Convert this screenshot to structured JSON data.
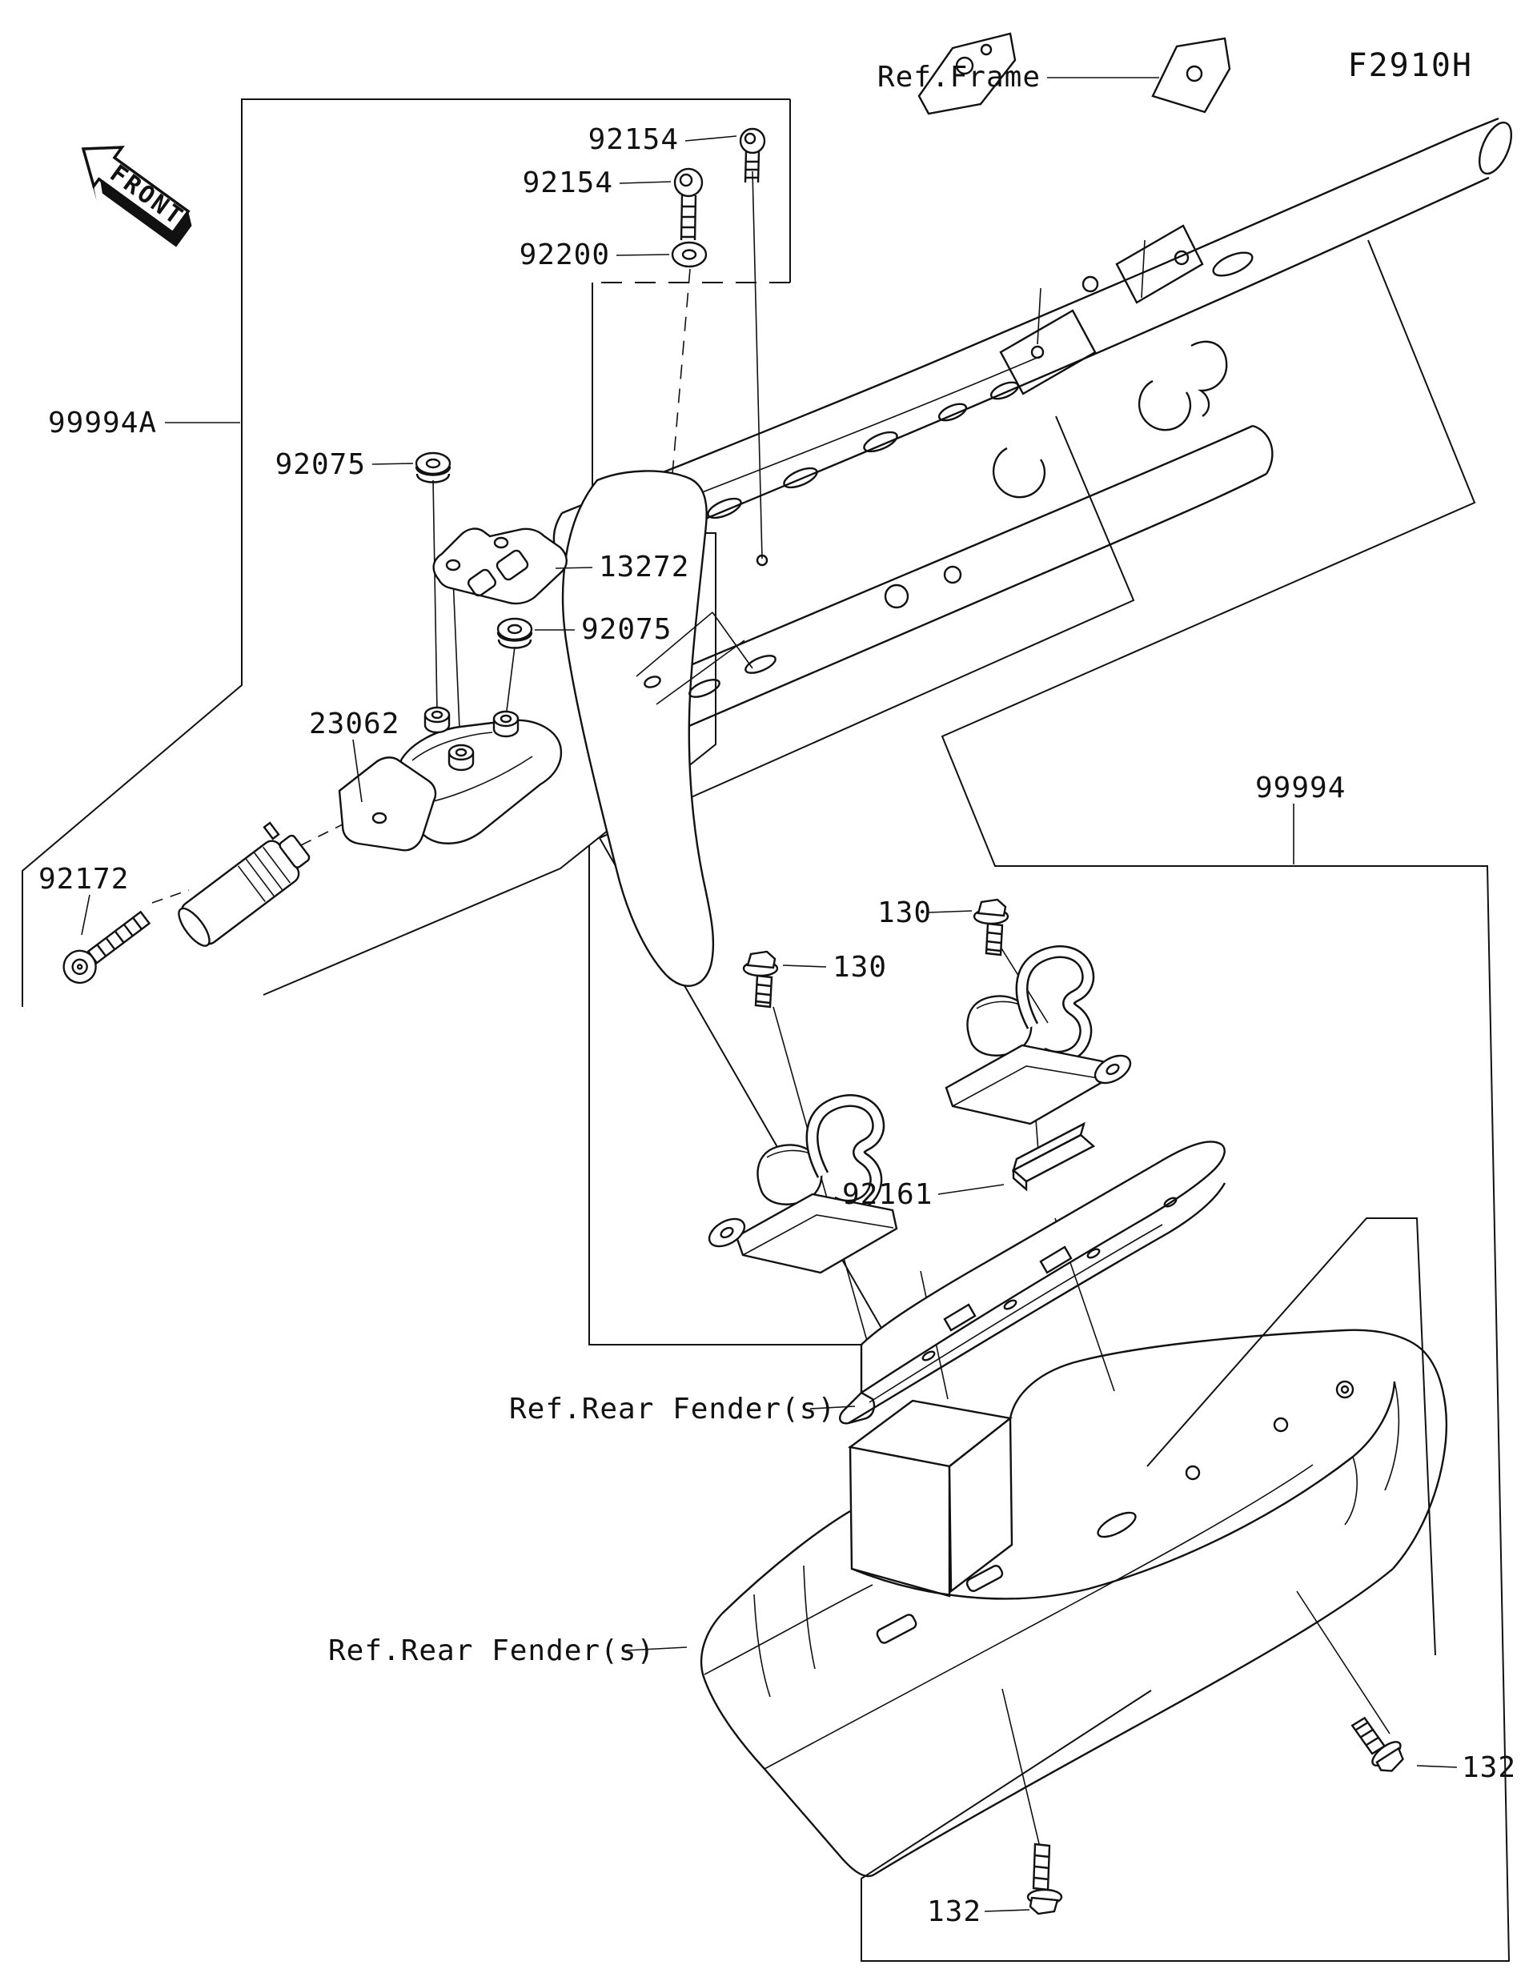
{
  "page": {
    "background": "#ffffff",
    "ink": "#111111",
    "diagram_code": "F2910H"
  },
  "badge": {
    "front": "FRONT"
  },
  "references": {
    "frame": "Ref.Frame",
    "rear_fender": "Ref.Rear Fender(s)"
  },
  "part_numbers": {
    "kit_upper": "99994A",
    "kit_lower": "99994",
    "bolt_socket": "92154",
    "washer": "92200",
    "grommet": "92075",
    "bracket_plate": "13272",
    "bracket_fitting": "23062",
    "bolt_allen": "92172",
    "bolt_flange_small": "130",
    "damper": "92161",
    "bolt_flange_fender": "132"
  }
}
